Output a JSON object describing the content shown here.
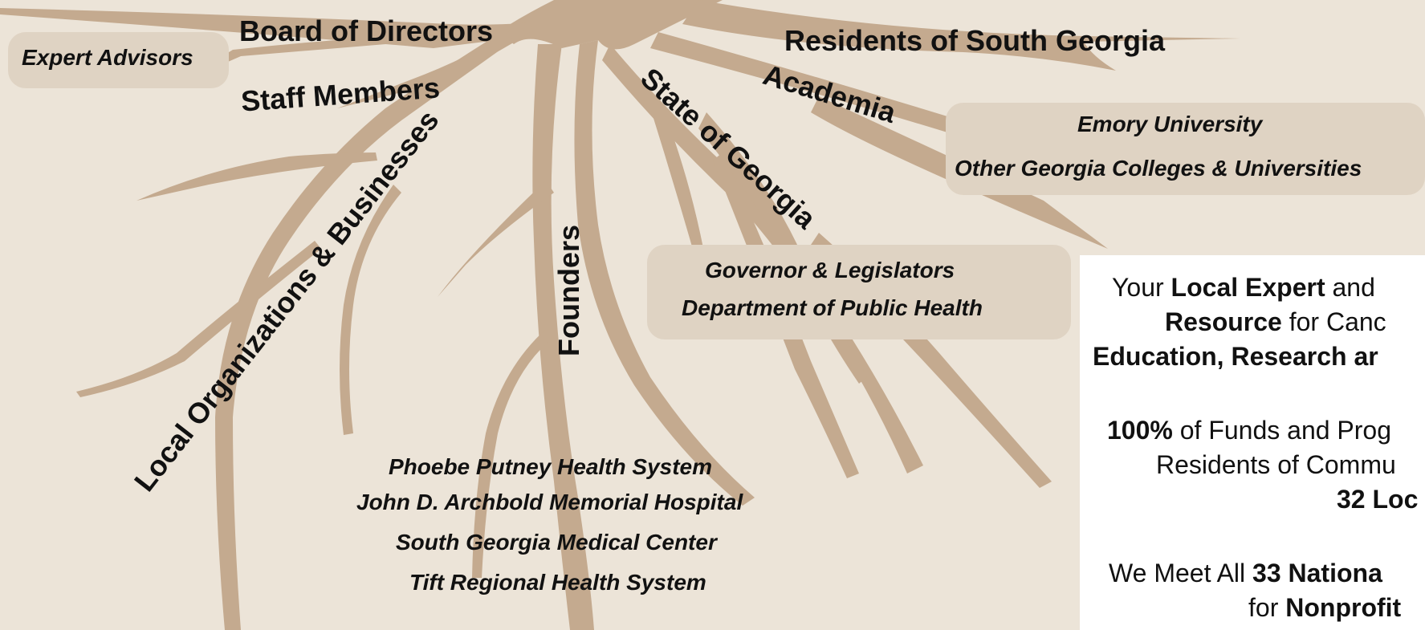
{
  "labels": {
    "board": "Board of Directors",
    "expert": "Expert Advisors",
    "staff": "Staff Members",
    "residents": "Residents of South Georgia",
    "academia": "Academia",
    "state": "State of Georgia",
    "local": "Local Organizations & Businesses",
    "founders": "Founders"
  },
  "academia_list": [
    "Emory University",
    "Other Georgia Colleges & Universities"
  ],
  "state_list": [
    "Governor & Legislators",
    "Department of Public Health"
  ],
  "founders_list": [
    "Phoebe Putney Health System",
    "John D. Archbold Memorial Hospital",
    "South Georgia Medical Center",
    "Tift Regional Health System"
  ],
  "info": {
    "l1a": "Your ",
    "l1b": "Local Expert",
    "l1c": " and",
    "l2a": "Resource",
    "l2b": " for Canc",
    "l3": "Education, Research ar",
    "l4a": "100%",
    "l4b": " of Funds and Prog",
    "l5": "Residents of Commu",
    "l6": "32 Loc",
    "l7a": "We Meet All ",
    "l7b": "33 Nationa",
    "l8a": "for ",
    "l8b": "Nonprofit"
  },
  "colors": {
    "background": "#ece4d8",
    "root": "#c4aa8f",
    "box": "#dfd3c3",
    "panel": "#ffffff"
  }
}
